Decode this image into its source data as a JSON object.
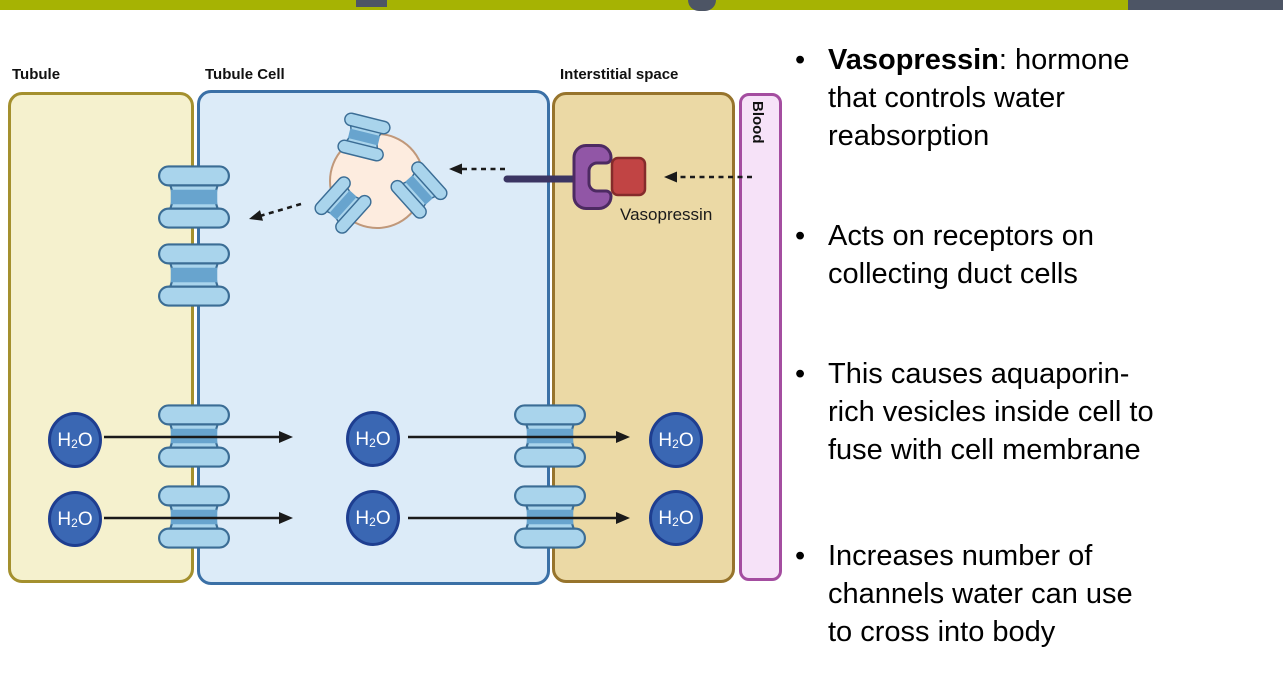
{
  "slide": {
    "background": "#ffffff",
    "top_bar": {
      "accent_color": "#a6b303",
      "dark_color": "#4d5565"
    }
  },
  "diagram": {
    "labels": {
      "tubule": "Tubule",
      "tubule_cell": "Tubule Cell",
      "interstitial": "Interstitial space",
      "blood": "Blood",
      "vasopressin": "Vasopressin"
    },
    "molecule": {
      "h": "H",
      "sub": "2",
      "o": "O"
    },
    "colors": {
      "tubule_fill": "#f5f1ce",
      "tubule_border": "#a4902e",
      "cell_fill": "#dcebf8",
      "cell_border": "#3b70a6",
      "interstitial_fill": "#ebd9a5",
      "interstitial_border": "#97742c",
      "blood_fill": "#f6e2f8",
      "blood_border": "#a44da0",
      "aquaporin_light": "#a9d4ec",
      "aquaporin_band": "#68a4ce",
      "aquaporin_outline": "#3b6d95",
      "water_fill": "#3a67b3",
      "water_border": "#1e3e90",
      "vesicle_fill": "#fdecdf",
      "vesicle_border": "#c0987a",
      "receptor_purple": "#9156a6",
      "receptor_outline": "#4d2a62",
      "vasopressin_red": "#c14444",
      "vasopressin_red_outline": "#852b2b",
      "receptor_stem": "#3b3563"
    }
  },
  "bullets": {
    "marker": "•",
    "b1_bold": "Vasopressin",
    "b1_rest": ": hormone",
    "b1_lines": [
      "that controls water",
      "reabsorption"
    ],
    "b2_lines": [
      "Acts on receptors on",
      "collecting duct cells"
    ],
    "b3_lines": [
      "This causes aquaporin-",
      "rich vesicles inside cell to",
      "fuse with cell membrane"
    ],
    "b4_lines": [
      "Increases number of",
      "channels water can use",
      "to cross into body"
    ]
  }
}
